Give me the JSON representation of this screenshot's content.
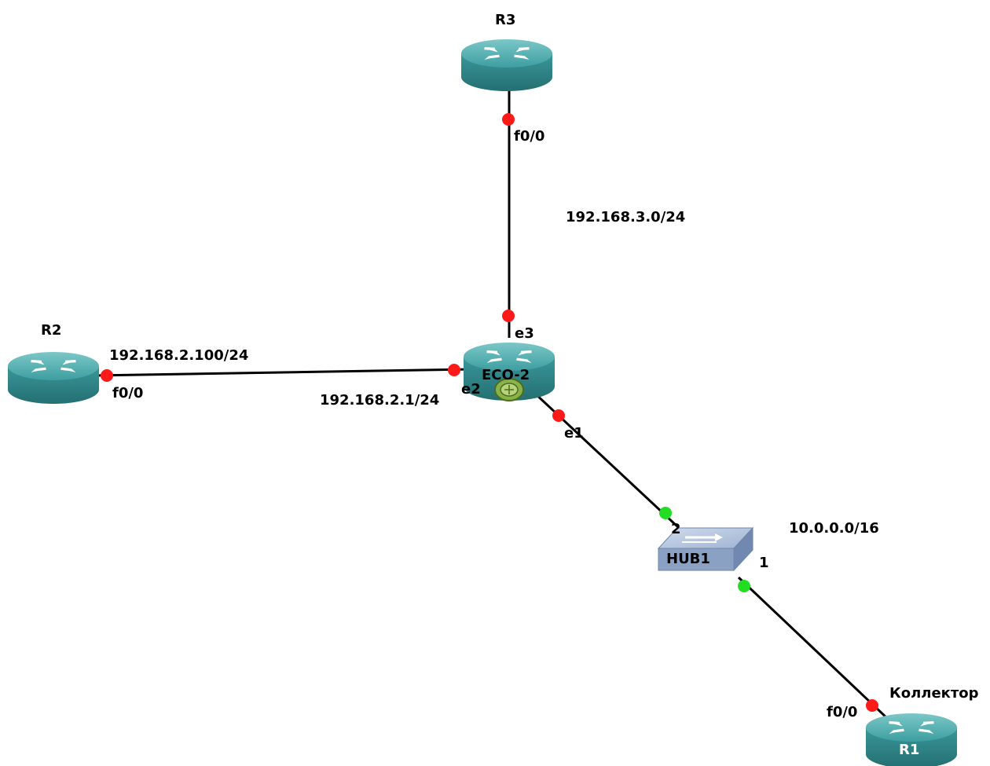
{
  "colors": {
    "router_top": "#3d9ea0",
    "router_side": "#2f8588",
    "router_arrow": "#ffffff",
    "link": "#000000",
    "port_down": "#ff1a1a",
    "port_up": "#22dd22",
    "hub_top": "#aebfd8",
    "hub_front": "#8aa1c4",
    "firewall_badge": "#6e9a2e"
  },
  "nodes": {
    "r3": {
      "name": "R3",
      "icon": "router-icon"
    },
    "r2": {
      "name": "R2",
      "icon": "router-icon"
    },
    "eco2": {
      "name": "ECO-2",
      "icon": "router-icon",
      "badge": "firewall-badge-icon"
    },
    "hub1": {
      "name": "HUB1",
      "icon": "hub-icon"
    },
    "r1": {
      "name": "R1",
      "caption": "Коллектор",
      "icon": "router-icon"
    }
  },
  "ports": {
    "r3_f00": "f0/0",
    "eco2_e3": "e3",
    "r2_f00": "f0/0",
    "eco2_e2": "e2",
    "eco2_e1": "e1",
    "hub1_p2": "2",
    "hub1_p1": "1",
    "r1_f00": "f0/0"
  },
  "networks": {
    "net_r3": "192.168.3.0/24",
    "r2_ip": "192.168.2.100/24",
    "eco2_ip": "192.168.2.1/24",
    "net_hub": "10.0.0.0/16"
  },
  "port_states": {
    "r3_f00": "down",
    "eco2_e3": "down",
    "r2_f00": "down",
    "eco2_e2": "down",
    "eco2_e1": "down",
    "hub1_p2": "up",
    "hub1_p1": "up",
    "r1_f00": "down"
  }
}
